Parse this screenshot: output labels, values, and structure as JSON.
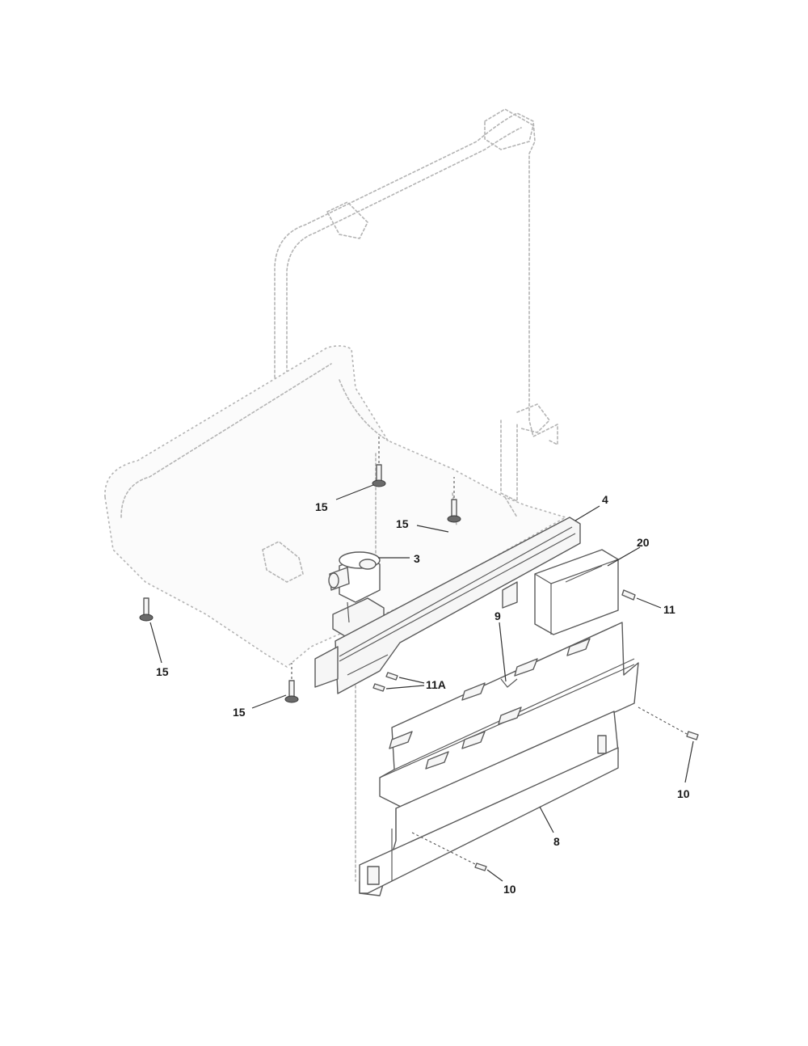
{
  "callouts": {
    "c15_center": "15",
    "c15_mid": "15",
    "c15_left": "15",
    "c15_lower": "15",
    "c3": "3",
    "c4": "4",
    "c20": "20",
    "c11": "11",
    "c11a": "11A",
    "c9": "9",
    "c10_right": "10",
    "c8": "8",
    "c10_bottom": "10"
  }
}
